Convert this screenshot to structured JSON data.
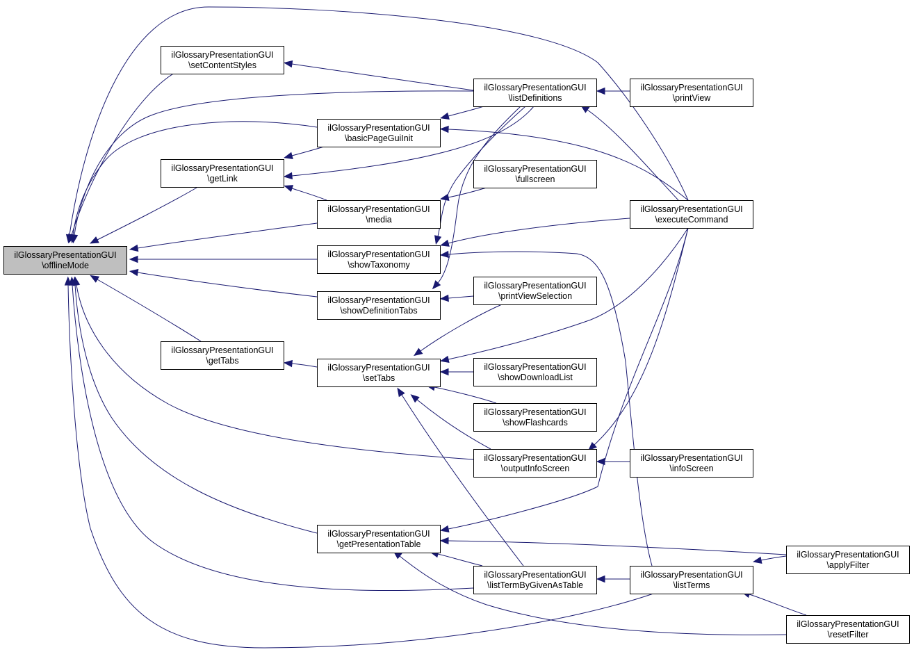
{
  "diagram": {
    "type": "call-graph",
    "class_name": "ilGlossaryPresentationGUI",
    "root": "offlineMode",
    "edge_color": "#191970",
    "root_fill": "#bfbfbf",
    "nodes": [
      {
        "id": "offlineMode",
        "line1": "ilGlossaryPresentationGUI",
        "line2": "\\offlineMode",
        "root": true
      },
      {
        "id": "setContentStyles",
        "line1": "ilGlossaryPresentationGUI",
        "line2": "\\setContentStyles"
      },
      {
        "id": "getLink",
        "line1": "ilGlossaryPresentationGUI",
        "line2": "\\getLink"
      },
      {
        "id": "getTabs",
        "line1": "ilGlossaryPresentationGUI",
        "line2": "\\getTabs"
      },
      {
        "id": "basicPageGuiInit",
        "line1": "ilGlossaryPresentationGUI",
        "line2": "\\basicPageGuiInit"
      },
      {
        "id": "media",
        "line1": "ilGlossaryPresentationGUI",
        "line2": "\\media"
      },
      {
        "id": "showTaxonomy",
        "line1": "ilGlossaryPresentationGUI",
        "line2": "\\showTaxonomy"
      },
      {
        "id": "showDefinitionTabs",
        "line1": "ilGlossaryPresentationGUI",
        "line2": "\\showDefinitionTabs"
      },
      {
        "id": "setTabs",
        "line1": "ilGlossaryPresentationGUI",
        "line2": "\\setTabs"
      },
      {
        "id": "getPresentationTable",
        "line1": "ilGlossaryPresentationGUI",
        "line2": "\\getPresentationTable"
      },
      {
        "id": "listDefinitions",
        "line1": "ilGlossaryPresentationGUI",
        "line2": "\\listDefinitions"
      },
      {
        "id": "fullscreen",
        "line1": "ilGlossaryPresentationGUI",
        "line2": "\\fullscreen"
      },
      {
        "id": "printViewSelection",
        "line1": "ilGlossaryPresentationGUI",
        "line2": "\\printViewSelection"
      },
      {
        "id": "showDownloadList",
        "line1": "ilGlossaryPresentationGUI",
        "line2": "\\showDownloadList"
      },
      {
        "id": "showFlashcards",
        "line1": "ilGlossaryPresentationGUI",
        "line2": "\\showFlashcards"
      },
      {
        "id": "outputInfoScreen",
        "line1": "ilGlossaryPresentationGUI",
        "line2": "\\outputInfoScreen"
      },
      {
        "id": "listTermByGivenAsTable",
        "line1": "ilGlossaryPresentationGUI",
        "line2": "\\listTermByGivenAsTable"
      },
      {
        "id": "printView",
        "line1": "ilGlossaryPresentationGUI",
        "line2": "\\printView"
      },
      {
        "id": "executeCommand",
        "line1": "ilGlossaryPresentationGUI",
        "line2": "\\executeCommand"
      },
      {
        "id": "infoScreen",
        "line1": "ilGlossaryPresentationGUI",
        "line2": "\\infoScreen"
      },
      {
        "id": "listTerms",
        "line1": "ilGlossaryPresentationGUI",
        "line2": "\\listTerms"
      },
      {
        "id": "applyFilter",
        "line1": "ilGlossaryPresentationGUI",
        "line2": "\\applyFilter"
      },
      {
        "id": "resetFilter",
        "line1": "ilGlossaryPresentationGUI",
        "line2": "\\resetFilter"
      }
    ],
    "edges": [
      {
        "from": "setContentStyles",
        "to": "offlineMode"
      },
      {
        "from": "getLink",
        "to": "offlineMode"
      },
      {
        "from": "getTabs",
        "to": "offlineMode"
      },
      {
        "from": "basicPageGuiInit",
        "to": "offlineMode"
      },
      {
        "from": "media",
        "to": "offlineMode"
      },
      {
        "from": "showTaxonomy",
        "to": "offlineMode"
      },
      {
        "from": "showDefinitionTabs",
        "to": "offlineMode"
      },
      {
        "from": "getPresentationTable",
        "to": "offlineMode"
      },
      {
        "from": "listDefinitions",
        "to": "offlineMode"
      },
      {
        "from": "outputInfoScreen",
        "to": "offlineMode"
      },
      {
        "from": "listTermByGivenAsTable",
        "to": "offlineMode"
      },
      {
        "from": "executeCommand",
        "to": "offlineMode"
      },
      {
        "from": "listTerms",
        "to": "offlineMode"
      },
      {
        "from": "listDefinitions",
        "to": "setContentStyles"
      },
      {
        "from": "basicPageGuiInit",
        "to": "getLink"
      },
      {
        "from": "media",
        "to": "getLink"
      },
      {
        "from": "listDefinitions",
        "to": "getLink"
      },
      {
        "from": "setTabs",
        "to": "getTabs"
      },
      {
        "from": "listDefinitions",
        "to": "basicPageGuiInit"
      },
      {
        "from": "executeCommand",
        "to": "basicPageGuiInit"
      },
      {
        "from": "fullscreen",
        "to": "media"
      },
      {
        "from": "listDefinitions",
        "to": "showTaxonomy"
      },
      {
        "from": "executeCommand",
        "to": "showTaxonomy"
      },
      {
        "from": "listTerms",
        "to": "showTaxonomy"
      },
      {
        "from": "listDefinitions",
        "to": "showDefinitionTabs"
      },
      {
        "from": "printViewSelection",
        "to": "showDefinitionTabs"
      },
      {
        "from": "printViewSelection",
        "to": "setTabs"
      },
      {
        "from": "executeCommand",
        "to": "setTabs"
      },
      {
        "from": "showDownloadList",
        "to": "setTabs"
      },
      {
        "from": "showFlashcards",
        "to": "setTabs"
      },
      {
        "from": "outputInfoScreen",
        "to": "setTabs"
      },
      {
        "from": "listTermByGivenAsTable",
        "to": "setTabs"
      },
      {
        "from": "executeCommand",
        "to": "getPresentationTable"
      },
      {
        "from": "applyFilter",
        "to": "getPresentationTable"
      },
      {
        "from": "listTermByGivenAsTable",
        "to": "getPresentationTable"
      },
      {
        "from": "resetFilter",
        "to": "getPresentationTable"
      },
      {
        "from": "printView",
        "to": "listDefinitions"
      },
      {
        "from": "executeCommand",
        "to": "listDefinitions"
      },
      {
        "from": "executeCommand",
        "to": "outputInfoScreen"
      },
      {
        "from": "infoScreen",
        "to": "outputInfoScreen"
      },
      {
        "from": "listTerms",
        "to": "listTermByGivenAsTable"
      },
      {
        "from": "applyFilter",
        "to": "listTerms"
      },
      {
        "from": "resetFilter",
        "to": "listTerms"
      }
    ]
  }
}
